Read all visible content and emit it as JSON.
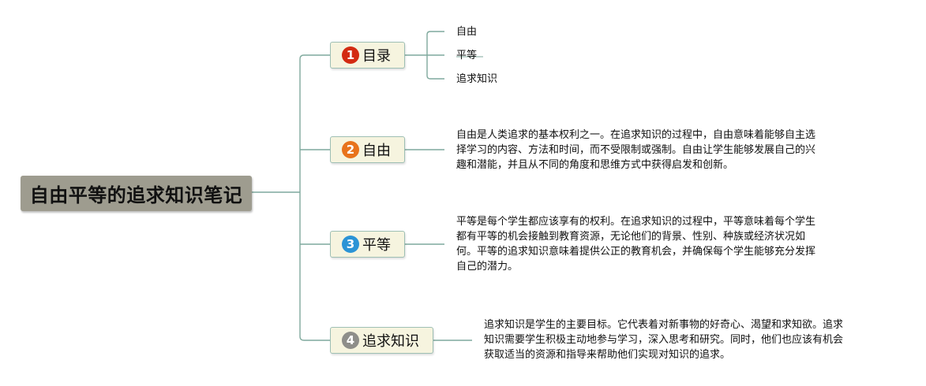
{
  "root": {
    "title": "自由平等的追求知识笔记"
  },
  "branches": [
    {
      "number": "1",
      "label": "目录",
      "badge_color": "#d32b12",
      "items": [
        "自由",
        "平等",
        "追求知识"
      ]
    },
    {
      "number": "2",
      "label": "自由",
      "badge_color": "#e8731c",
      "lines": [
        "自由是人类追求的基本权利之一。在追求知识的过程中，自由意味着能够自主选",
        "择学习的内容、方法和时间，而不受限制或强制。自由让学生能够发展自己的兴",
        "趣和潜能，并且从不同的角度和思维方式中获得启发和创新。"
      ]
    },
    {
      "number": "3",
      "label": "平等",
      "badge_color": "#2b94d6",
      "lines": [
        "平等是每个学生都应该享有的权利。在追求知识的过程中，平等意味着每个学生",
        "都有平等的机会接触到教育资源，无论他们的背景、性别、种族或经济状况如",
        "何。平等的追求知识意味着提供公正的教育机会，并确保每个学生能够充分发挥",
        "自己的潜力。"
      ]
    },
    {
      "number": "4",
      "label": "追求知识",
      "badge_color": "#8e8e8a",
      "lines": [
        "追求知识是学生的主要目标。它代表着对新事物的好奇心、渴望和求知欲。追求",
        "知识需要学生积极主动地参与学习，深入思考和研究。同时，他们也应该有机会",
        "获取适当的资源和指导来帮助他们实现对知识的追求。"
      ]
    }
  ],
  "colors": {
    "connector": "#7fa99d",
    "root_bg": "#9e9c8f",
    "branch_bg": "#f6f4df",
    "branch_border": "#9ebfb4"
  }
}
